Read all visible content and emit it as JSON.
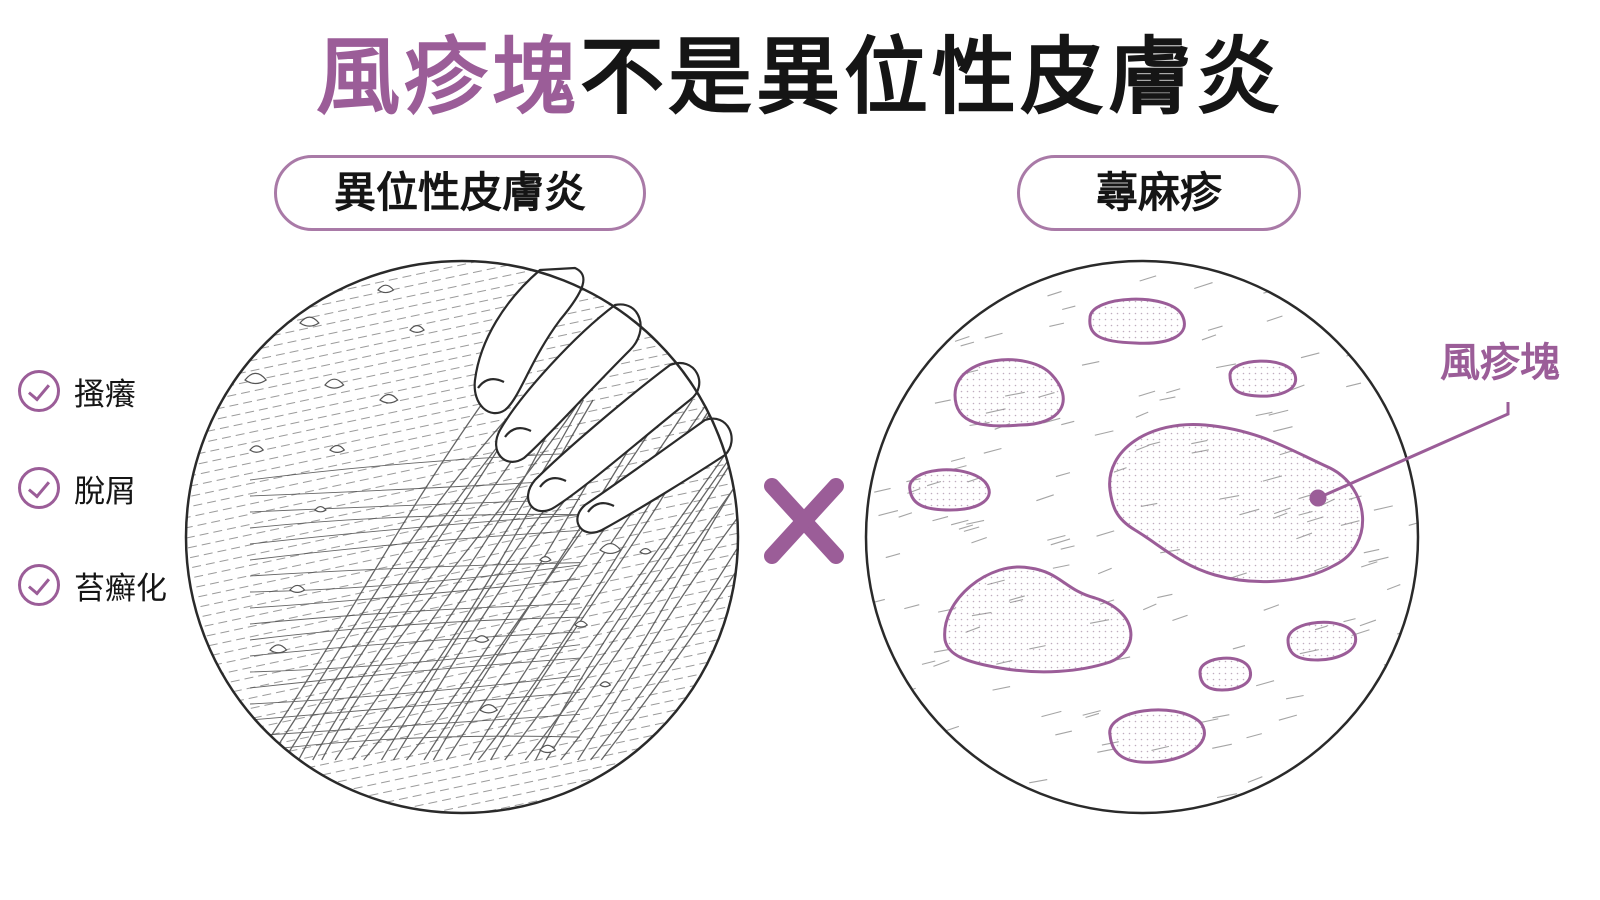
{
  "title": {
    "highlight": "風疹塊",
    "rest": "不是異位性皮膚炎"
  },
  "panels": {
    "left": {
      "label": "異位性皮膚炎"
    },
    "right": {
      "label": "蕁麻疹"
    }
  },
  "checklist": [
    {
      "label": "搔癢"
    },
    {
      "label": "脫屑"
    },
    {
      "label": "苔癬化"
    }
  ],
  "callout": {
    "label": "風疹塊"
  },
  "divider_symbol": "x-mark-icon",
  "colors": {
    "accent": "#9b5d98",
    "accent_light": "#a97aa7",
    "ink": "#151515",
    "outline": "#3a3a3a"
  }
}
